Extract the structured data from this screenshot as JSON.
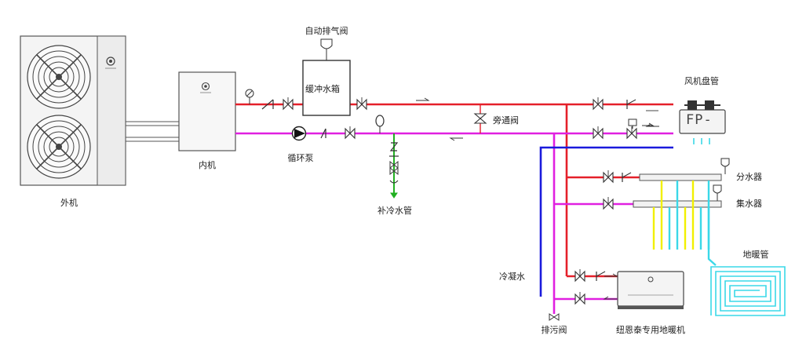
{
  "labels": {
    "outdoor_unit": "外机",
    "indoor_unit": "内机",
    "buffer_tank": "缓冲水箱",
    "auto_air_vent": "自动排气阀",
    "circulation_pump": "循环泵",
    "makeup_water_pipe": "补冷水管",
    "bypass_valve": "旁通阀",
    "fan_coil": "风机盘管",
    "fan_coil_panel": "FP-",
    "distributor": "分水器",
    "collector": "集水器",
    "floor_heating_pipe": "地暖管",
    "condensate": "冷凝水",
    "drain_valve": "排污阀",
    "heating_unit": "纽恩泰专用地暖机"
  },
  "colors": {
    "supply_pipe": "#e5202a",
    "return_pipe": "#e020e0",
    "condensate_pipe": "#1a1adc",
    "makeup_pipe": "#22b022",
    "floor_loop_supply": "#f2f000",
    "floor_loop_return": "#3ad8e8",
    "equipment_stroke": "#333333"
  }
}
